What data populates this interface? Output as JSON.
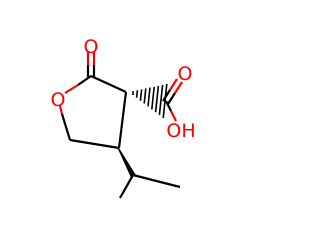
{
  "atoms": {
    "ring_oxygen": "O",
    "carbonyl_oxygen": "O",
    "hydroxyl": "OH",
    "acid_carbonyl_oxygen": "O"
  },
  "colors": {
    "carbon_bond": "#000000",
    "heteroatom": "#ff0000",
    "background": "#ffffff"
  }
}
